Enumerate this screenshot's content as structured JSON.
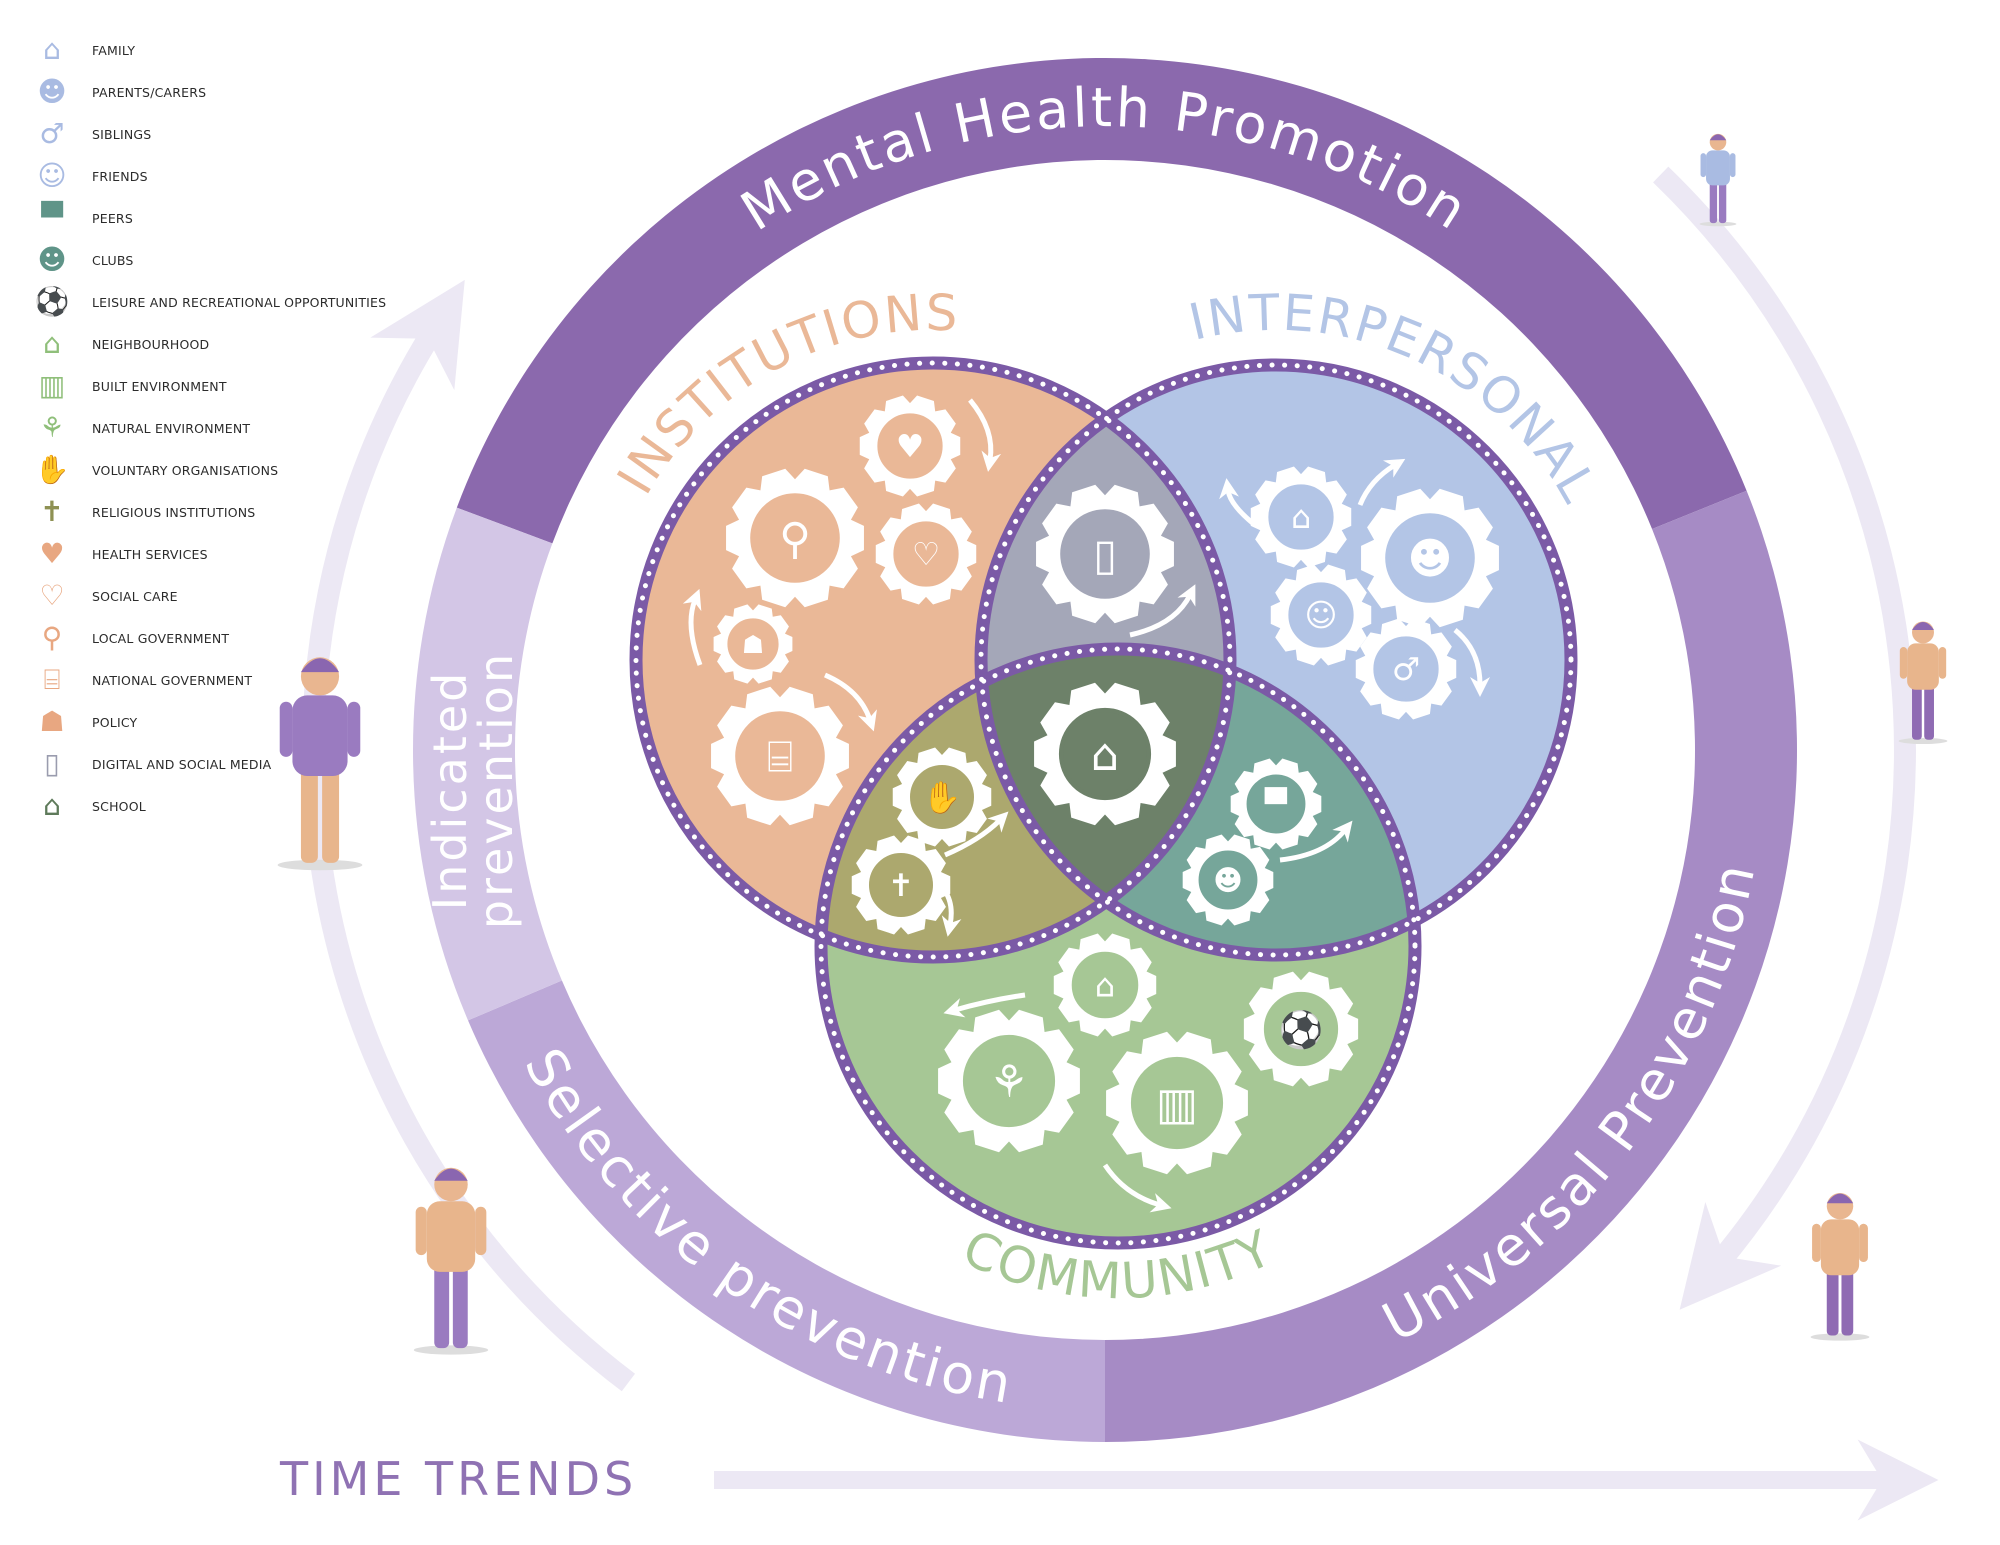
{
  "legend": [
    {
      "label": "FAMILY",
      "icon": "family-house-icon",
      "glyph": "⌂",
      "color": "#a9bbe2"
    },
    {
      "label": "PARENTS/CARERS",
      "icon": "parents-carers-icon",
      "glyph": "☻",
      "color": "#a9bbe2"
    },
    {
      "label": "SIBLINGS",
      "icon": "siblings-icon",
      "glyph": "♂",
      "color": "#a9bbe2"
    },
    {
      "label": "FRIENDS",
      "icon": "friends-icon",
      "glyph": "☺",
      "color": "#a9bbe2"
    },
    {
      "label": "PEERS",
      "icon": "peers-icon",
      "glyph": "▀",
      "color": "#5f9488"
    },
    {
      "label": "CLUBS",
      "icon": "theatre-masks-icon",
      "glyph": "☻",
      "color": "#5f9488"
    },
    {
      "label": "LEISURE AND RECREATIONAL OPPORTUNITIES",
      "icon": "football-player-icon",
      "glyph": "⚽",
      "color": "#8fbf7a"
    },
    {
      "label": "NEIGHBOURHOOD",
      "icon": "neighbourhood-houses-icon",
      "glyph": "⌂",
      "color": "#8fbf7a"
    },
    {
      "label": "BUILT ENVIRONMENT",
      "icon": "buildings-icon",
      "glyph": "▥",
      "color": "#8fbf7a"
    },
    {
      "label": "NATURAL ENVIRONMENT",
      "icon": "plant-icon",
      "glyph": "⚘",
      "color": "#8fbf7a"
    },
    {
      "label": "VOLUNTARY ORGANISATIONS",
      "icon": "hand-heart-icon",
      "glyph": "✋",
      "color": "#8e9153"
    },
    {
      "label": "RELIGIOUS INSTITUTIONS",
      "icon": "church-icon",
      "glyph": "✝",
      "color": "#8e9153"
    },
    {
      "label": "HEALTH SERVICES",
      "icon": "heart-hands-icon",
      "glyph": "♥",
      "color": "#e8a781"
    },
    {
      "label": "SOCIAL CARE",
      "icon": "care-hands-icon",
      "glyph": "♡",
      "color": "#e8a781"
    },
    {
      "label": "LOCAL GOVERNMENT",
      "icon": "map-pin-icon",
      "glyph": "⚲",
      "color": "#e8a781"
    },
    {
      "label": "NATIONAL GOVERNMENT",
      "icon": "government-building-icon",
      "glyph": "⌸",
      "color": "#e8a781"
    },
    {
      "label": "POLICY",
      "icon": "police-officer-icon",
      "glyph": "☗",
      "color": "#e8a781"
    },
    {
      "label": "DIGITAL AND SOCIAL MEDIA",
      "icon": "phone-megaphone-icon",
      "glyph": "▯",
      "color": "#9a9cae"
    },
    {
      "label": "SCHOOL",
      "icon": "school-icon",
      "glyph": "⌂",
      "color": "#5e7a5a"
    }
  ],
  "ring": {
    "top": "Mental Health Promotion",
    "right": "Universal Prevention",
    "bottom_left": "Selective prevention",
    "left_line1": "Indicated",
    "left_line2": "prevention"
  },
  "venn": {
    "institutions": "INSTITUTIONS",
    "interpersonal": "INTERPERSONAL",
    "community": "COMMUNITY"
  },
  "time_trends": "TIME TRENDS",
  "colors": {
    "ring_top": "#8b69ad",
    "ring_right": "#a68bc5",
    "ring_bottom_left": "#bca8d7",
    "ring_left": "#d3c6e6",
    "institutions": "#eab897",
    "interpersonal": "#b3c5e6",
    "community": "#a6c795",
    "inst_inter": "#a4a7b8",
    "inst_comm": "#aca86e",
    "inter_comm": "#76a69a",
    "center": "#6d8169",
    "border": "#7b5aa6",
    "arrow": "#ece8f4"
  }
}
